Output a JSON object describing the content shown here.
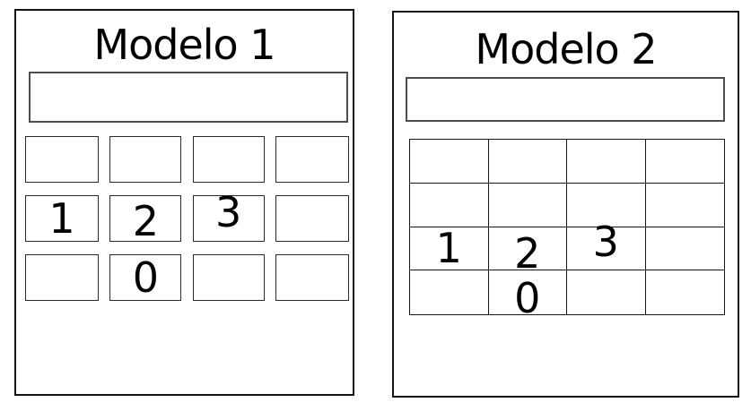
{
  "panels": [
    {
      "title": "Modelo 1",
      "display": {
        "value": ""
      },
      "keypad": {
        "rows": [
          [
            "",
            "",
            "",
            ""
          ],
          [
            "1",
            "2",
            "3",
            ""
          ],
          [
            "",
            "0",
            "",
            ""
          ]
        ]
      }
    },
    {
      "title": "Modelo 2",
      "display": {
        "value": ""
      },
      "keypad": {
        "rows": [
          [
            "",
            "",
            "",
            ""
          ],
          [
            "",
            "",
            "",
            ""
          ],
          [
            "1",
            "2",
            "3",
            ""
          ],
          [
            "",
            "0",
            "",
            ""
          ]
        ]
      }
    }
  ],
  "colors": {
    "background": "#ffffff",
    "panel_border": "#141414",
    "display_border": "#4d4d4d",
    "key_border": "#2a2a2a",
    "text": "#000000"
  }
}
